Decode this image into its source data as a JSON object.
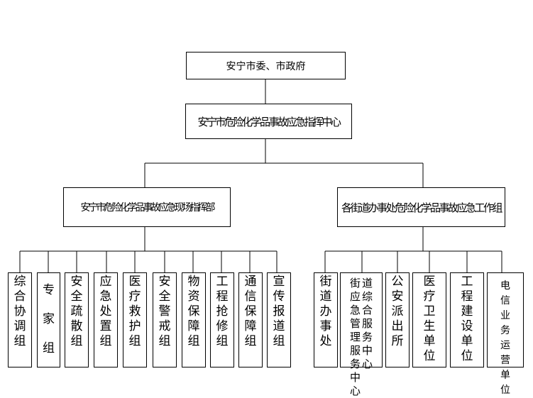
{
  "top": {
    "label": "安宁市委、市政府"
  },
  "center": {
    "label": "安宁市危险化学品事故应急指挥中心"
  },
  "left_branch": {
    "label": "安宁市危险化学品事故应急现场指挥部",
    "groups": [
      {
        "id": "zonghe",
        "label": "综合协调组"
      },
      {
        "id": "zhuanjia",
        "label": "专家组"
      },
      {
        "id": "shusan",
        "label": "安全疏散组"
      },
      {
        "id": "chuzhi",
        "label": "应急处置组"
      },
      {
        "id": "jiuhu",
        "label": "医疗救护组"
      },
      {
        "id": "jingjie",
        "label": "安全警戒组"
      },
      {
        "id": "wuzi",
        "label": "物资保障组"
      },
      {
        "id": "qiangxiu",
        "label": "工程抢修组"
      },
      {
        "id": "tongxin",
        "label": "通信保障组"
      },
      {
        "id": "xuanchuan",
        "label": "宣传报道组"
      }
    ]
  },
  "right_branch": {
    "label": "各街道办事处危险化学品事故应急工作组",
    "units": [
      {
        "id": "jiedao",
        "label": "街道办事处"
      },
      {
        "id": "guanli",
        "col1": "街应急管理服务中心",
        "col2": "道综合服务中心"
      },
      {
        "id": "paichusuo",
        "label": "公安派出所"
      },
      {
        "id": "weisheng",
        "label": "医疗卫生单位"
      },
      {
        "id": "jianshe",
        "label": "工程建设单位"
      },
      {
        "id": "dianxin",
        "label": "电信业务运营单位"
      }
    ]
  }
}
